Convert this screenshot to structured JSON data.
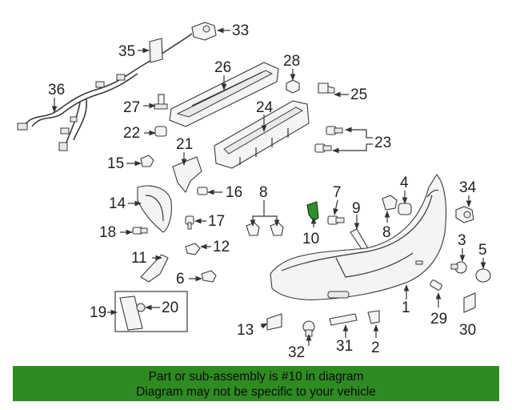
{
  "diagram": {
    "callouts": {
      "c1": "1",
      "c2": "2",
      "c3": "3",
      "c4": "4",
      "c5": "5",
      "c6": "6",
      "c7": "7",
      "c8a": "8",
      "c8b": "8",
      "c9": "9",
      "c10": "10",
      "c11": "11",
      "c12": "12",
      "c13": "13",
      "c14": "14",
      "c15": "15",
      "c16": "16",
      "c17": "17",
      "c18": "18",
      "c19": "19",
      "c20": "20",
      "c21": "21",
      "c22": "22",
      "c23": "23",
      "c24": "24",
      "c25": "25",
      "c26": "26",
      "c27": "27",
      "c28": "28",
      "c29": "29",
      "c30": "30",
      "c31": "31",
      "c32": "32",
      "c33": "33",
      "c34": "34",
      "c35": "35",
      "c36": "36"
    },
    "highlighted_part": "10",
    "highlight_color": "#2f8f2f"
  },
  "banner": {
    "line1": "Part or sub-assembly is #10 in diagram",
    "line2": "Diagram may not be specific to your vehicle",
    "color": "#2e8b22"
  }
}
